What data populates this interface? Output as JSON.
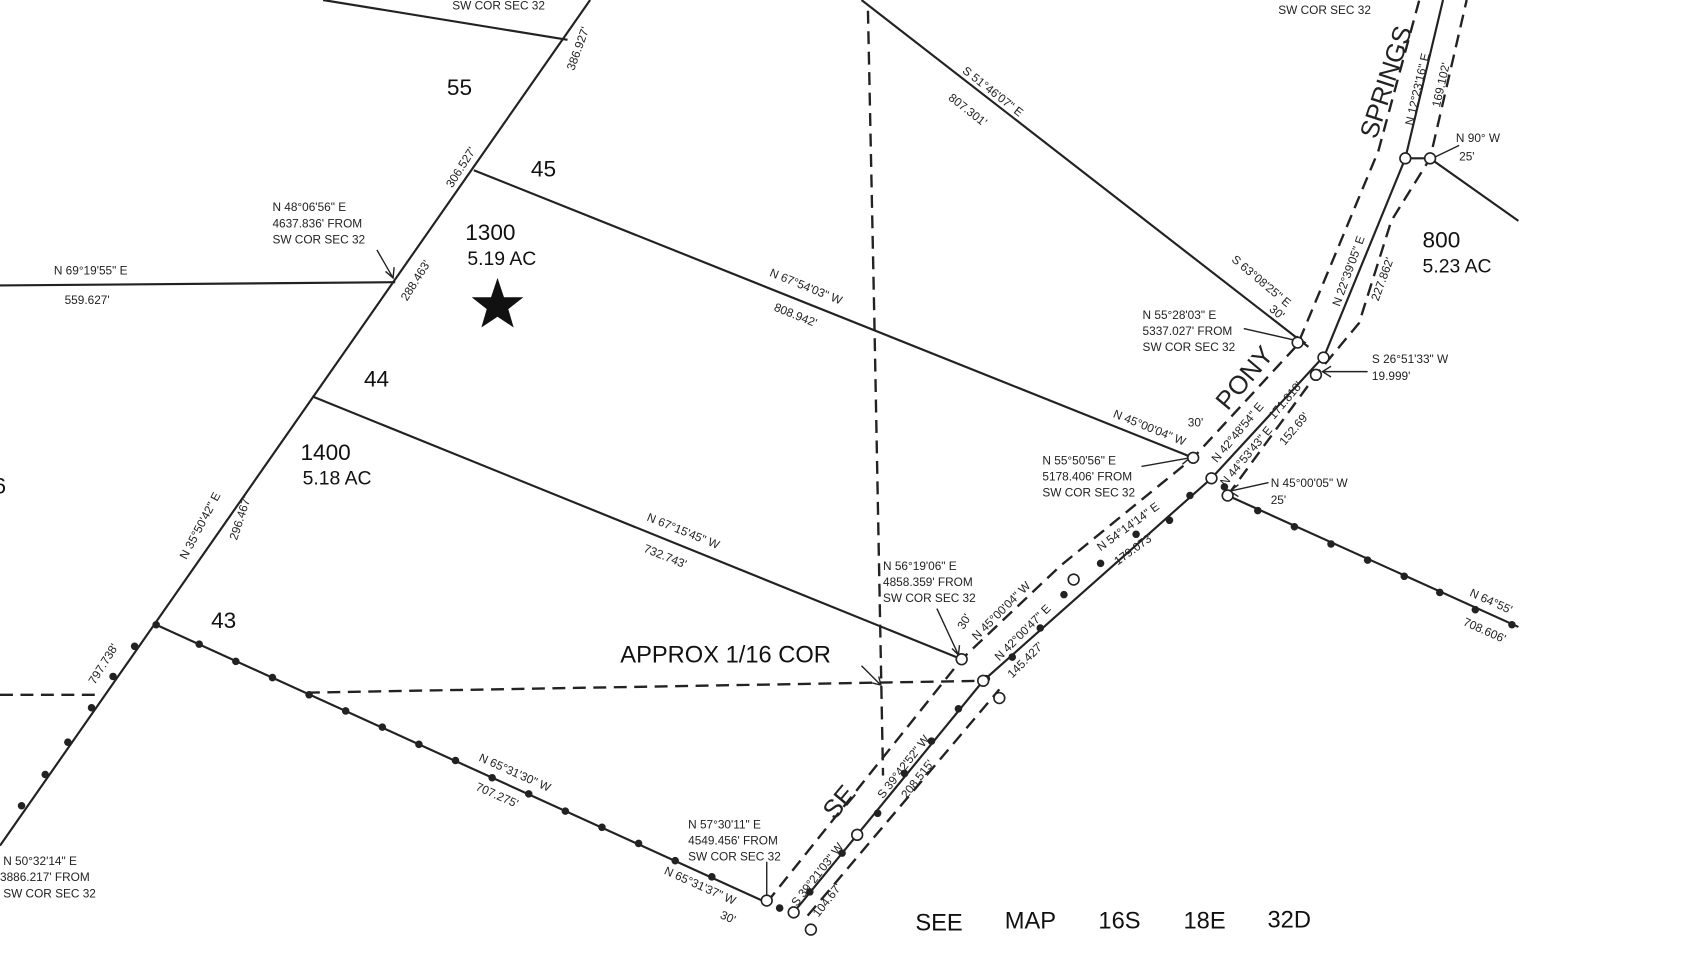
{
  "lots": [
    {
      "number": "55"
    },
    {
      "number": "45"
    },
    {
      "number": "1300",
      "area": "5.19 AC"
    },
    {
      "number": "44"
    },
    {
      "number": "1400",
      "area": "5.18 AC"
    },
    {
      "number": "43"
    },
    {
      "number": "800",
      "area": "5.23 AC"
    },
    {
      "number": "6"
    }
  ],
  "streets": [
    "SPRINGS",
    "PONY",
    "SE"
  ],
  "bearings": {
    "top_left_ref": "SW COR SEC 32",
    "top_right_ref": "SW COR SEC 32",
    "b386": "386.927'",
    "b306": "306.527'",
    "b288": "288.463'",
    "b296": "296.467'",
    "n35": "N 35°50'42\" E",
    "b797": "797.738'",
    "n69": "N 69°19'55\" E",
    "d559": "559.627'",
    "s51": "S 51°46'07\" E",
    "d807": "807.301'",
    "n67a": "N 67°54'03\" W",
    "d808": "808.942'",
    "n67b": "N 67°15'45\" W",
    "d732": "732.743'",
    "n65a": "N 65°31'30\" W",
    "d707": "707.275'",
    "n65b": "N 65°31'37\" W",
    "d30a": "30'",
    "s39a": "S 39°21'03\" W",
    "d104": "104.67'",
    "s39b": "S 39°42'52\" W",
    "d208": "208.515'",
    "n42a": "N 42°00'47\" E",
    "d145": "145.427'",
    "n45a": "N 45°00'04\" W",
    "d30b": "30'",
    "n54": "N 54°14'14\" E",
    "d179": "179.073'",
    "n45b": "N 45°00'04\" W",
    "d30c": "30'",
    "n42b": "N 42°48'54\" E",
    "d171": "171.818'",
    "n44": "N 44°53'43\" E",
    "d152": "152.69'",
    "s63": "S 63°08'25\" E",
    "d30d": "30'",
    "n22": "N 22°39'05\" E",
    "d227": "227.862'",
    "n12": "N 12°23'16\" E",
    "d169": "169.102'",
    "n90": "N 90° W",
    "d25a": "25'",
    "s26": "S 26°51'33\" W",
    "d19": "19.999'",
    "n45c": "N 45°00'05\" W",
    "d25b": "25'",
    "n64": "N 64°55'",
    "d708": "708.606'"
  },
  "callouts": [
    {
      "l1": "N 48°06'56\" E",
      "l2": "4637.836' FROM",
      "l3": "SW COR SEC 32"
    },
    {
      "l1": "N 55°28'03\" E",
      "l2": "5337.027' FROM",
      "l3": "SW COR SEC 32"
    },
    {
      "l1": "N 55°50'56\" E",
      "l2": "5178.406' FROM",
      "l3": "SW COR SEC 32"
    },
    {
      "l1": "N 56°19'06\" E",
      "l2": "4858.359' FROM",
      "l3": "SW COR SEC 32"
    },
    {
      "l1": "N 57°30'11\" E",
      "l2": "4549.456' FROM",
      "l3": "SW COR SEC 32"
    },
    {
      "l1": "N 50°32'14\" E",
      "l2": "3886.217' FROM",
      "l3": "SW COR SEC 32"
    }
  ],
  "approx_label": "APPROX 1/16 COR",
  "footer": [
    "SEE",
    "MAP",
    "16S",
    "18E",
    "32D"
  ]
}
